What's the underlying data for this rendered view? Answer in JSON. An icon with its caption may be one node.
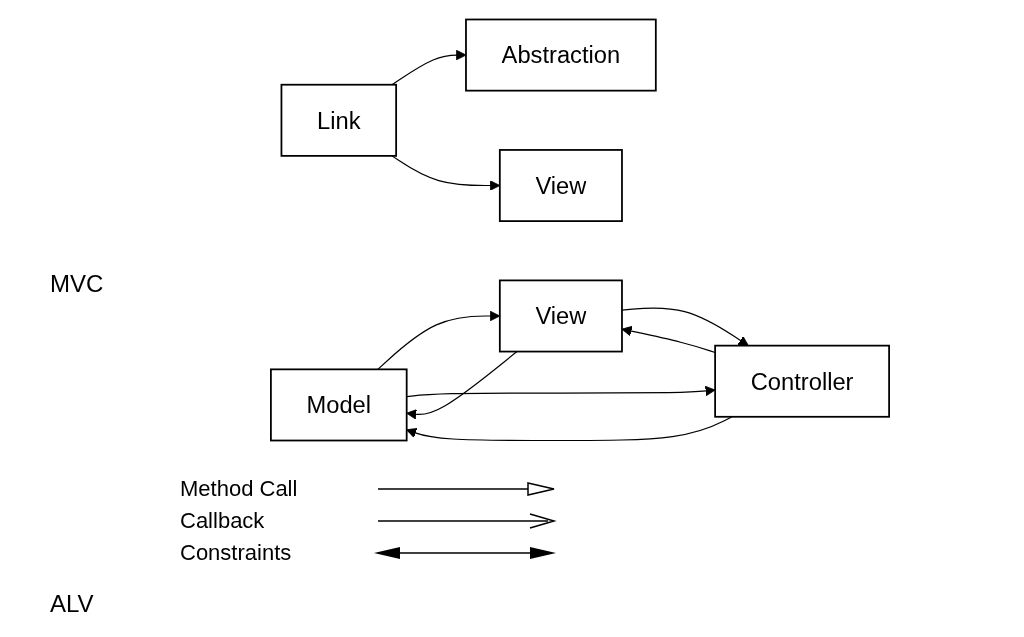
{
  "diagram": {
    "nodes": [
      {
        "text": [
          "Model"
        ]
      },
      {
        "text": [
          "View"
        ]
      },
      {
        "text": [
          "Controller"
        ]
      },
      {
        "text": [
          "Abstraction"
        ]
      },
      {
        "text": [
          "Link"
        ]
      },
      {
        "text": [
          "View"
        ]
      }
    ],
    "edges": [
      {
        "from": 0,
        "to": 1,
        "arrow": "to"
      },
      {
        "from": 1,
        "to": 0,
        "arrow": "to"
      },
      {
        "from": 0,
        "to": 2,
        "arrow": "to"
      },
      {
        "from": 2,
        "to": 0,
        "arrow": "to"
      },
      {
        "from": 2,
        "to": 1,
        "arrow": "to"
      },
      {
        "from": 1,
        "to": 2,
        "arrow": "to"
      },
      {
        "from": 4,
        "to": 3,
        "arrow": "to"
      },
      {
        "from": 4,
        "to": 5,
        "arrow": "to"
      }
    ],
    "labels": [
      "MVC",
      "ALV"
    ],
    "legend": [
      {
        "text": "Method Call"
      },
      {
        "text": "Callback"
      },
      {
        "text": "Constraints"
      }
    ]
  }
}
